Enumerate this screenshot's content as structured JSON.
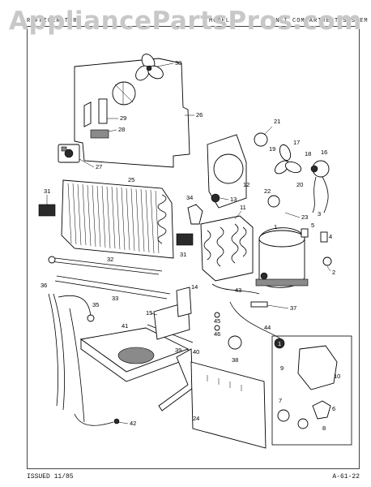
{
  "watermark": "AppliancePartsPros.com",
  "header": {
    "left": "REFRIGERATOR",
    "mid": "MODEL",
    "right": "UNIT COMPARTMENT SYSTEM"
  },
  "footer": {
    "issued": "ISSUED 11/85",
    "page": "A-61-22"
  },
  "callouts": [
    "30",
    "26",
    "29",
    "28",
    "27",
    "25",
    "31",
    "34",
    "11",
    "31",
    "32",
    "33",
    "36",
    "35",
    "41",
    "39",
    "40",
    "42",
    "24",
    "21",
    "19",
    "17",
    "18",
    "16",
    "13",
    "12",
    "22",
    "20",
    "23",
    "3",
    "5",
    "4",
    "1",
    "2",
    "14",
    "15",
    "43",
    "37",
    "45",
    "46",
    "44",
    "38",
    "9",
    "10",
    "7",
    "6",
    "8"
  ],
  "inset_marker": "1"
}
